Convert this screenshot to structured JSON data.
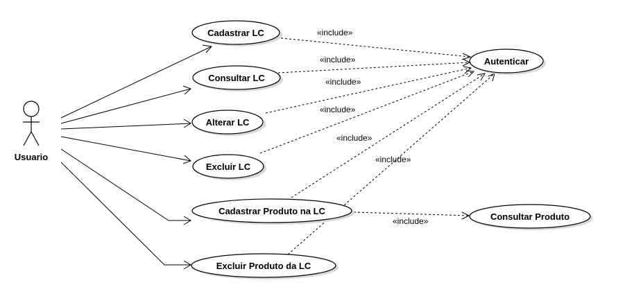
{
  "actor": {
    "name": "Usuario"
  },
  "use_cases": {
    "cadastrar_lc": "Cadastrar LC",
    "consultar_lc": "Consultar LC",
    "alterar_lc": "Alterar LC",
    "excluir_lc": "Excluir LC",
    "cadastrar_produto": "Cadastrar Produto na LC",
    "excluir_produto": "Excluir Produto da LC",
    "autenticar": "Autenticar",
    "consultar_produto": "Consultar Produto"
  },
  "relations": {
    "include_label": "«include»"
  }
}
